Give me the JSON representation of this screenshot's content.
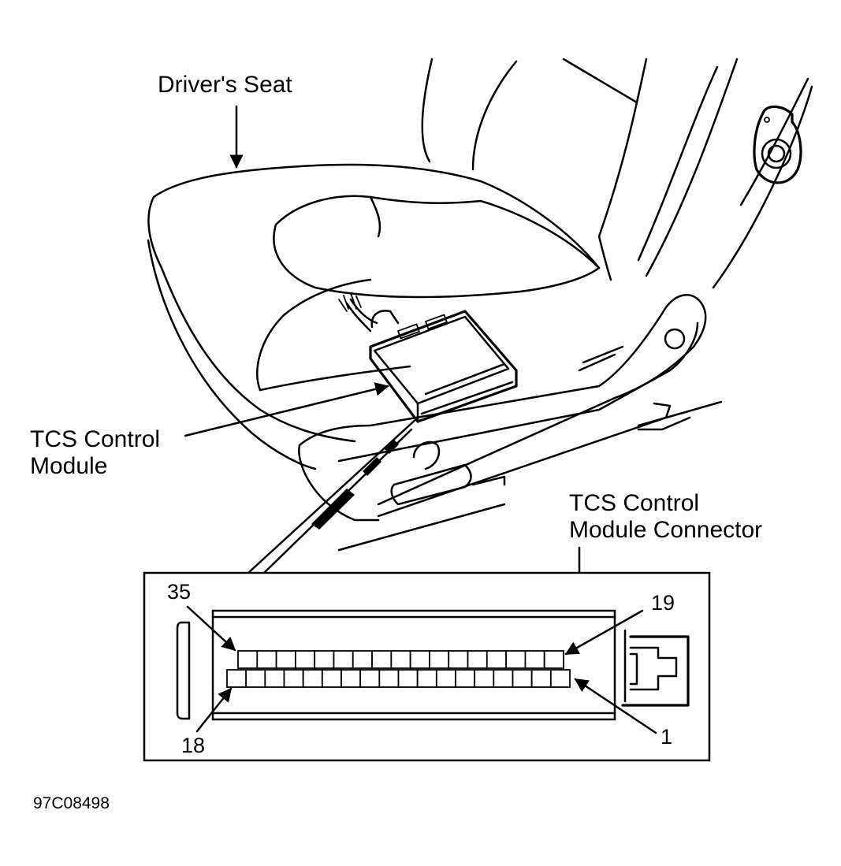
{
  "labels": {
    "drivers_seat": "Driver's Seat",
    "tcs_module_line1": "TCS Control",
    "tcs_module_line2": "Module",
    "connector_line1": "TCS Control",
    "connector_line2": "Module Connector"
  },
  "pins": {
    "top_left": "35",
    "top_right": "19",
    "bottom_left": "18",
    "bottom_right": "1",
    "top_row_count": 17,
    "bottom_row_count": 18
  },
  "figure_id": "97C08498"
}
